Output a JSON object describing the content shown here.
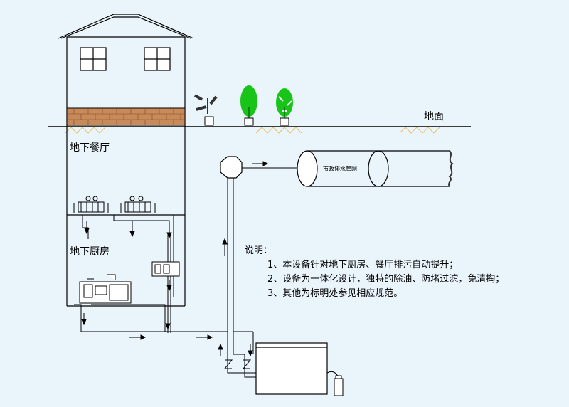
{
  "labels": {
    "ground": "地面",
    "basement_restaurant": "地下餐厅",
    "basement_kitchen": "地下厨房",
    "municipal_sewer": "市政排水管网"
  },
  "notes": {
    "title": "说明：",
    "items": [
      "1、本设备针对地下厨房、餐厅排污自动提升；",
      "2、设备为一体化设计，独特的除油、防堵过滤，免清掏；",
      "3、其他为标明处参见相应规范。"
    ]
  },
  "colors": {
    "background": "#eaf4fb",
    "line": "#000000",
    "brick": "#c98a5a",
    "plant_green": "#19c419",
    "plant_dark": "#333333"
  }
}
